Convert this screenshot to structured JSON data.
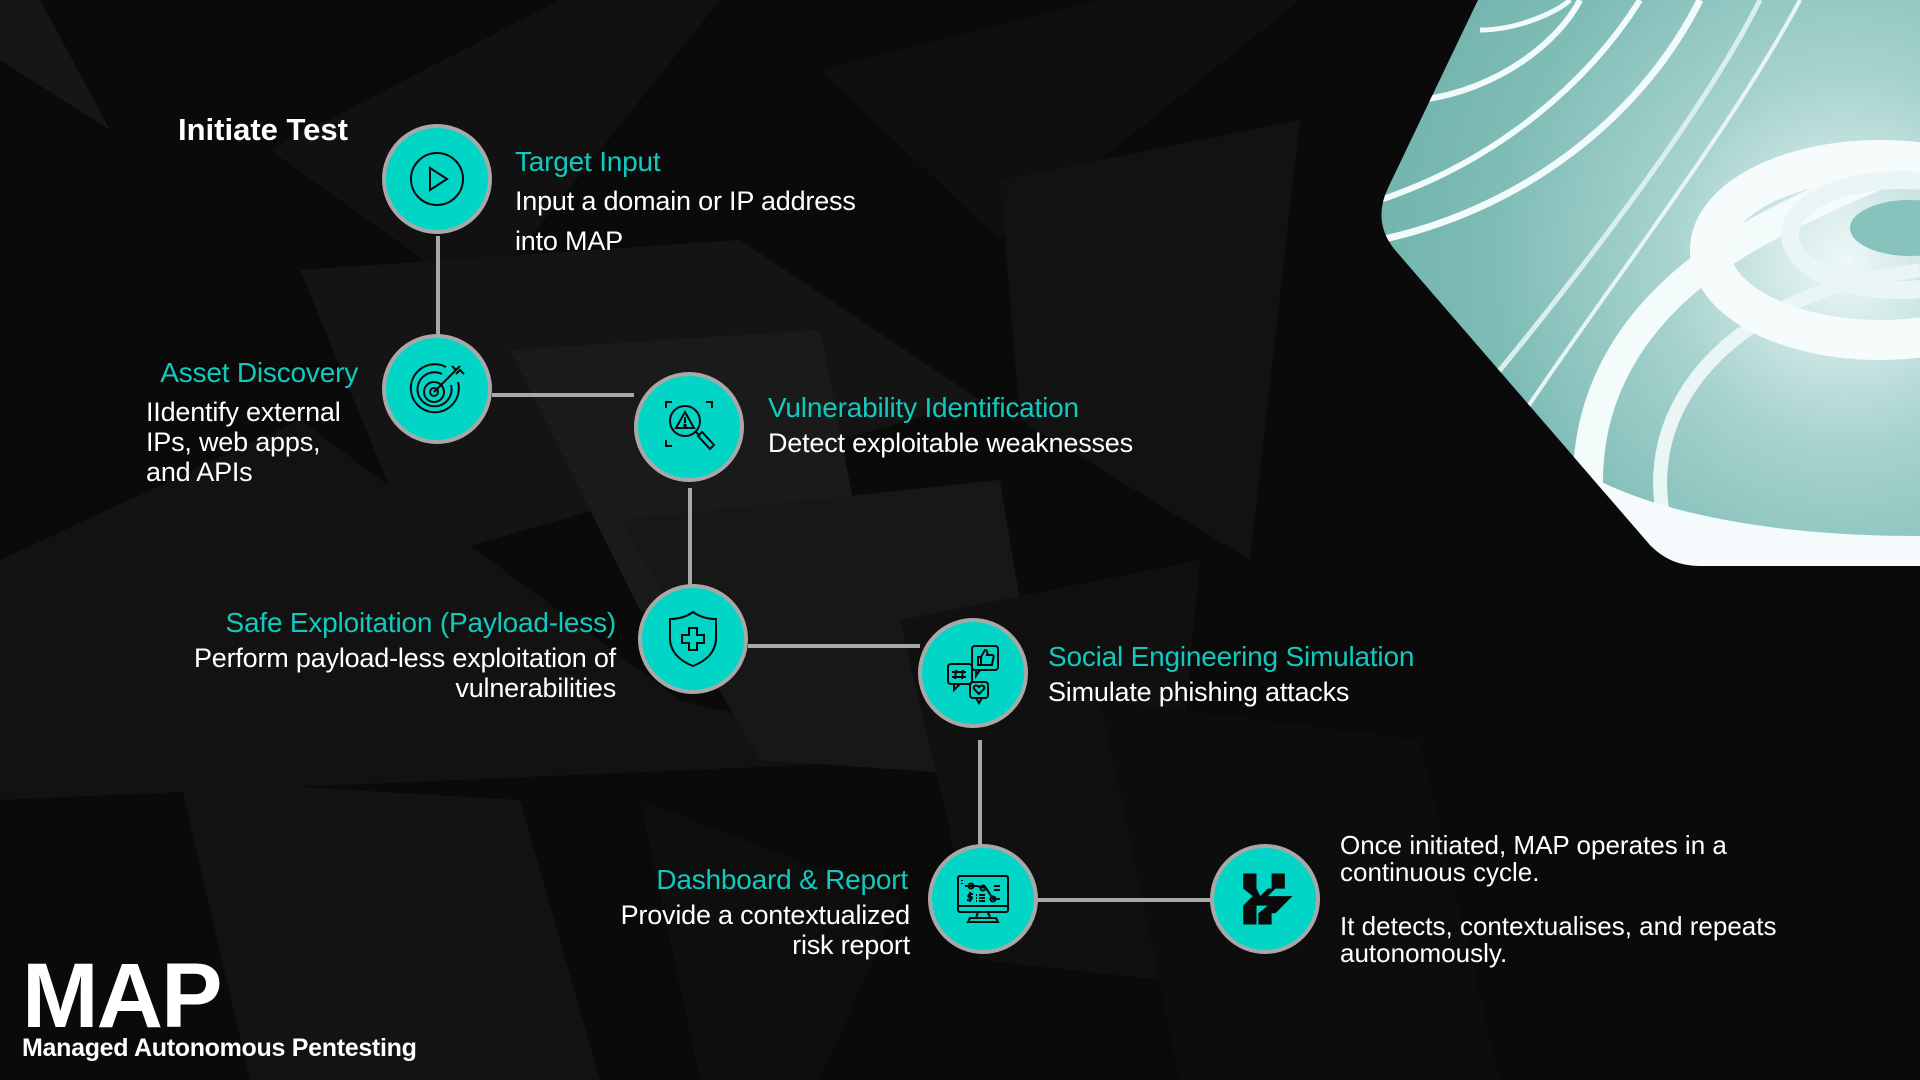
{
  "header": {
    "initiate_label": "Initiate Test"
  },
  "steps": [
    {
      "id": "target-input",
      "title": "Target Input",
      "desc_lines": [
        "Input a domain or IP address",
        "into MAP"
      ],
      "icon": "play-circle-icon"
    },
    {
      "id": "asset-discovery",
      "title": "Asset Discovery",
      "desc_lines": [
        "IIdentify external",
        "IPs, web apps,",
        "and APIs"
      ],
      "icon": "target-arrow-icon"
    },
    {
      "id": "vulnerability-identification",
      "title": "Vulnerability Identification",
      "desc_lines": [
        "Detect exploitable weaknesses"
      ],
      "icon": "warning-magnifier-icon"
    },
    {
      "id": "safe-exploitation",
      "title": "Safe Exploitation (Payload-less)",
      "desc_lines": [
        "Perform payload-less exploitation of",
        "vulnerabilities"
      ],
      "icon": "shield-plus-icon"
    },
    {
      "id": "social-engineering",
      "title": "Social Engineering Simulation",
      "desc_lines": [
        "Simulate phishing attacks"
      ],
      "icon": "social-chat-icon"
    },
    {
      "id": "dashboard-report",
      "title": "Dashboard & Report",
      "desc_lines": [
        "Provide a contextualized",
        "risk report"
      ],
      "icon": "monitor-chart-icon"
    }
  ],
  "cycle_node": {
    "icon": "brand-logo-icon",
    "paragraphs": [
      "Once initiated, MAP operates in a continuous cycle.",
      "It detects, contextualises, and repeats autonomously."
    ]
  },
  "brand": {
    "name": "MAP",
    "subtitle": "Managed Autonomous Pentesting"
  },
  "colors": {
    "background": "#0a0a0a",
    "accent": "#00d5c6",
    "accent_text": "#12c9bd",
    "connector": "#a8a8a8",
    "text": "#ffffff"
  }
}
